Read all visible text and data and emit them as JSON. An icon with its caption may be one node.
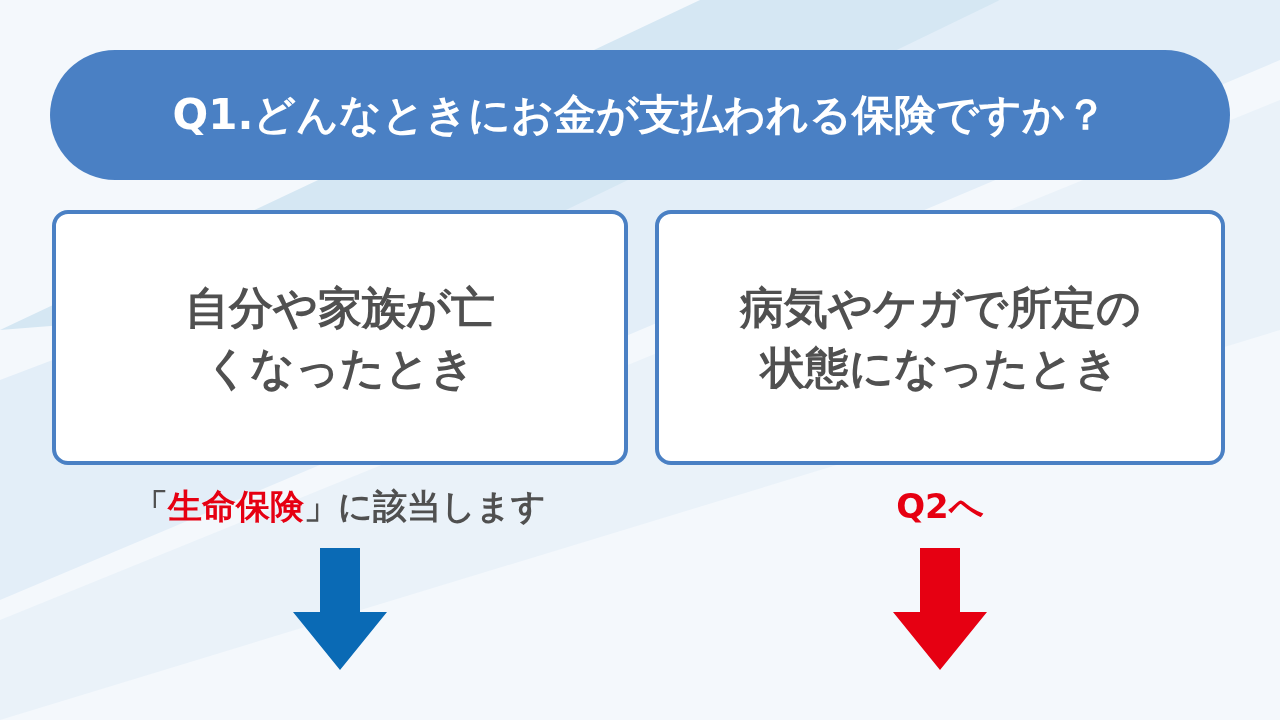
{
  "diagram": {
    "nodes": [
      {
        "text": [
          "Q1.どんなときにお金が支払われる保険ですか？"
        ]
      },
      {
        "text": [
          "自分や家族が亡くなったとき"
        ],
        "beside": [
          "「**生命保険**」に該当します"
        ]
      },
      {
        "text": [
          "病気やケガで所定の状態になったとき"
        ],
        "beside": [
          "Q2へ"
        ]
      }
    ]
  }
}
